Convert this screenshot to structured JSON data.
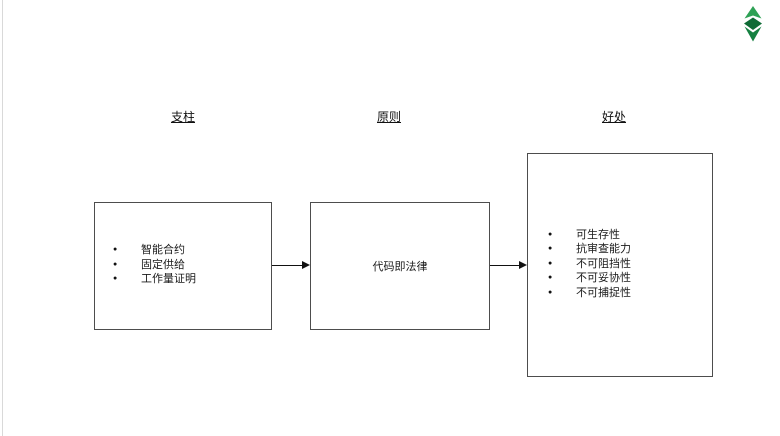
{
  "page": {
    "background": "#ffffff",
    "left_edge_line_color": "#d9d9d9"
  },
  "logo": {
    "label": "ethereum-classic-logo",
    "colors": {
      "top": "#2EA155",
      "middle": "#0F6B35",
      "bottom": "#168141"
    }
  },
  "columns": [
    {
      "heading": "支柱"
    },
    {
      "heading": "原则"
    },
    {
      "heading": "好处"
    }
  ],
  "boxes": [
    {
      "id": "pillars",
      "items": [
        "智能合约",
        "固定供给",
        "工作量证明"
      ]
    },
    {
      "id": "principles",
      "text": "代码即法律"
    },
    {
      "id": "benefits",
      "items": [
        "可生存性",
        "抗审查能力",
        "不可阻挡性",
        "不可妥协性",
        "不可捕捉性"
      ]
    }
  ],
  "bullet_glyph": "●"
}
